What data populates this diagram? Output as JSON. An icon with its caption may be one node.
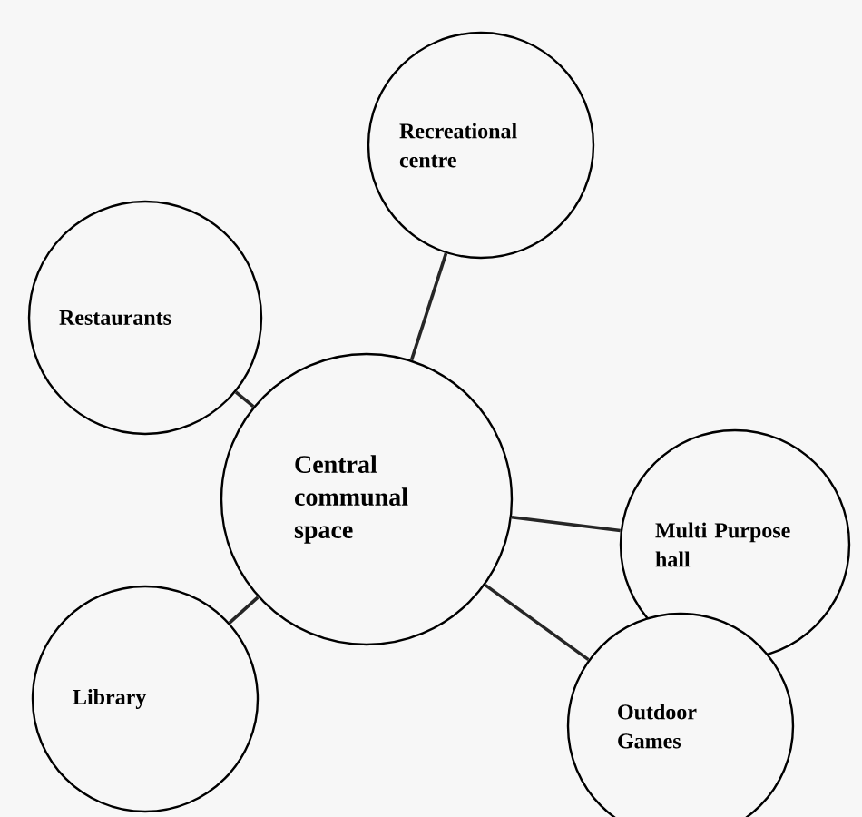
{
  "diagram": {
    "nodes": [
      {
        "text": [
          "Central communal space"
        ]
      },
      {
        "text": [
          "Recreational centre"
        ]
      },
      {
        "text": [
          "Restaurants"
        ]
      },
      {
        "text": [
          "Multi Purpose hall"
        ]
      },
      {
        "text": [
          "Library"
        ]
      },
      {
        "text": [
          "Outdoor Games"
        ]
      }
    ],
    "edges": [
      {
        "from": 0,
        "to": 1,
        "arrow": "none"
      },
      {
        "from": 0,
        "to": 2,
        "arrow": "none"
      },
      {
        "from": 0,
        "to": 3,
        "arrow": "none"
      },
      {
        "from": 0,
        "to": 4,
        "arrow": "none"
      },
      {
        "from": 0,
        "to": 5,
        "arrow": "none"
      }
    ]
  }
}
